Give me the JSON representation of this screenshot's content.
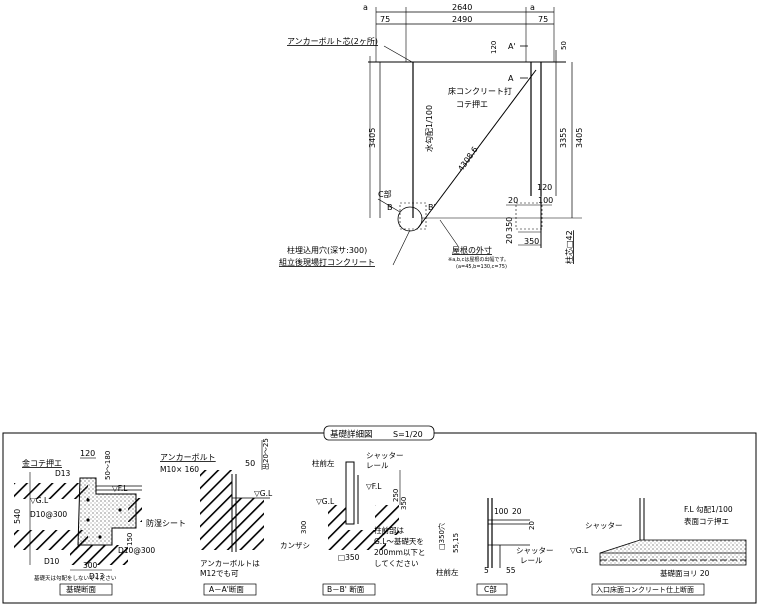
{
  "plan": {
    "dims": {
      "a_left": "a",
      "a_right": "a",
      "total_width": "2640",
      "left_margin": "75",
      "inner_width": "2490",
      "right_margin": "75",
      "d120": "120",
      "d50": "50",
      "height_left": "3405",
      "height_right_inner": "3355",
      "height_right_outer": "3405",
      "diagonal": "4308.6",
      "d120_lower": "120",
      "d20": "20",
      "d100": "100",
      "d350_v": "350",
      "d20_v": "20",
      "d350_h": "350"
    },
    "labels": {
      "anchor_bolt": "アンカーボルト芯(2ヶ所)",
      "section_a_upper": "A'",
      "section_a_lower": "A",
      "floor_concrete_1": "床コンクリート打",
      "floor_concrete_2": "コテ押エ",
      "slope": "水勾配1/100",
      "c_part": "C部",
      "b_left": "B",
      "b_right": "B'",
      "post_hole": "柱埋込用穴(深サ:300)",
      "assembly_concrete": "組立後現場打コンクリート",
      "roof_outline": "屋根の外寸",
      "note_1": "※a,b,cは屋根の出幅です。",
      "note_2": "(a=45,b=130,c=75)",
      "pillar_mark": "柱芯□42"
    }
  },
  "details": {
    "title": "基礎詳細図",
    "scale": "S=1/20",
    "foundation": {
      "caption": "基礎断面",
      "d120": "120",
      "d50_180": "50～180",
      "trowel": "金コテ押エ",
      "d13_top": "D13",
      "fl": "▽F.L",
      "gl": "▽G.L",
      "d540": "540",
      "d10_300": "D10@300",
      "waterproof": "防湿シート",
      "d150": "150",
      "d10": "D10",
      "d300": "300",
      "d13_bottom": "D13",
      "d10_300b": "D10@300",
      "note": "基礎天は勾配をしないでください"
    },
    "aa": {
      "caption": "A－A'断面",
      "anchor_bolt": "アンカーボルト",
      "bolt_size": "M10× 160",
      "d50": "50",
      "d20_25": "出20～25",
      "gl": "▽G.L",
      "note_1": "アンカーボルトは",
      "note_2": "M12でも可"
    },
    "bb": {
      "caption": "B－B' 断面",
      "front_left": "柱前左",
      "shutter_1": "シャッター",
      "shutter_2": "レール",
      "fl": "▽F.L",
      "gl": "▽G.L",
      "d250": "250",
      "d350": "350",
      "d300": "300",
      "kanzashi": "カンザシ",
      "sq350": "□350",
      "note_1": "柱前部は",
      "note_2": "G.L～基礎天を",
      "note_3": "200mm以下と",
      "note_4": "してください"
    },
    "c": {
      "caption": "C部",
      "d100": "100",
      "d20a": "20",
      "d20b": "20",
      "hole": "□350穴",
      "d55_15": "55,15",
      "shutter_1": "シャッター",
      "shutter_2": "レール",
      "front_left": "柱前左",
      "d5": "5",
      "d55": "55"
    },
    "entrance": {
      "caption": "入口床面コンクリート仕上断面",
      "fl_slope": "F.L 勾配1/100",
      "finish": "表面コテ押エ",
      "shutter": "シャッター",
      "gl": "▽G.L",
      "base": "基礎面ヨリ 20"
    }
  }
}
